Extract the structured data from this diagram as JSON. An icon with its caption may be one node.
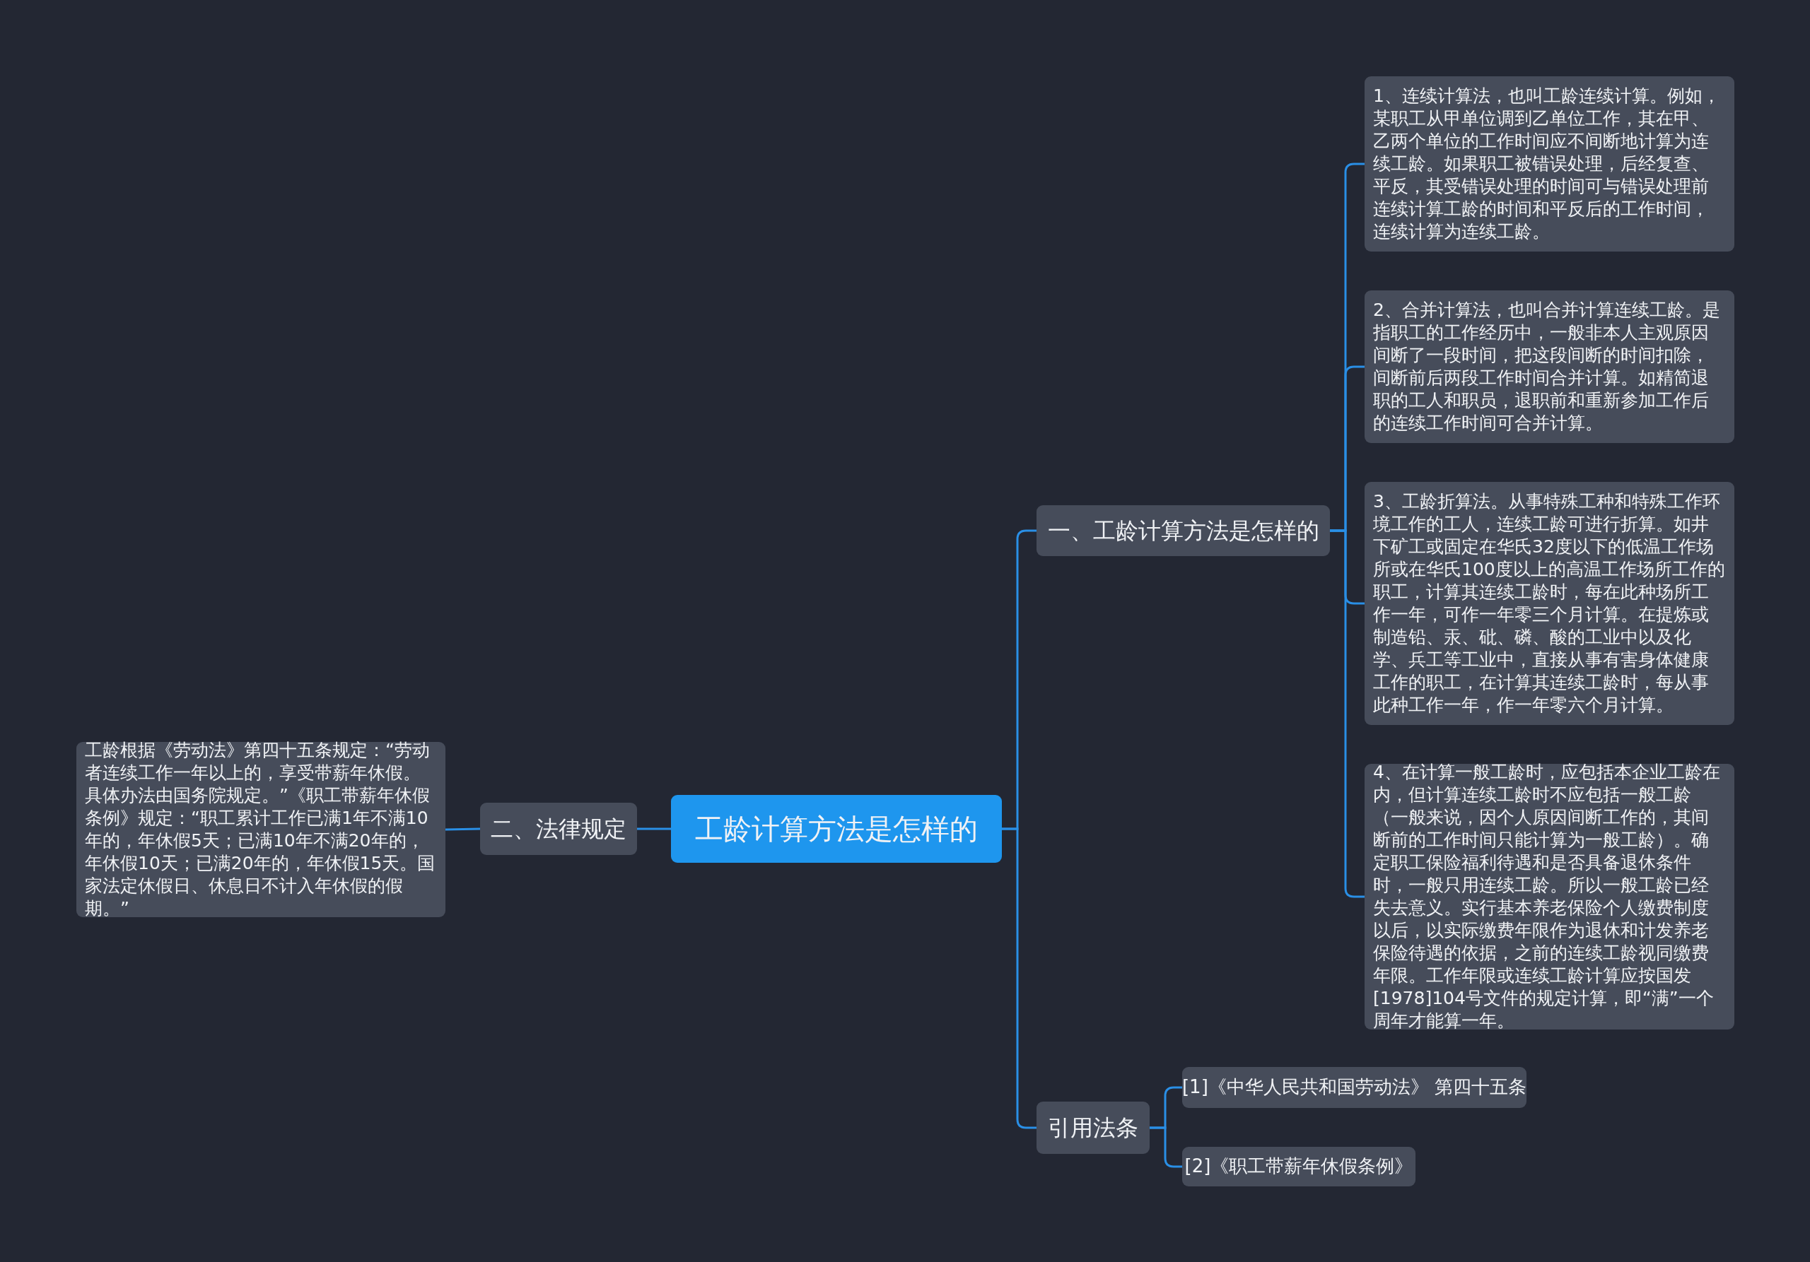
{
  "diagram": {
    "nodes": [
      {
        "text": [
          "工龄计算方法是怎样的"
        ]
      },
      {
        "text": [
          "一、工龄计算方法是怎样的"
        ]
      },
      {
        "text": [
          "1、连续计算法，也叫工龄连续计算。例如，某职工从甲单位调到乙单位工作，其在甲、乙两个单位的工作时间应不间断地计算为连续工龄。如果职工被错误处理，后经复查、平反，其受错误处理的时间可与错误处理前连续计算工龄的时间和平反后的工作时间，连续计算为连续工龄。"
        ]
      },
      {
        "text": [
          "2、合并计算法，也叫合并计算连续工龄。是指职工的工作经历中，一般非本人主观原因间断了一段时间，把这段间断的时间扣除，间断前后两段工作时间合并计算。如精简退职的工人和职员，退职前和重新参加工作后的连续工作时间可合并计算。"
        ]
      },
      {
        "text": [
          "3、工龄折算法。从事特殊工种和特殊工作环境工作的工人，连续工龄可进行折算。如井下矿工或固定在华氏32度以下的低温工作场所或在华氏100度以上的高温工作场所工作的职工，计算其连续工龄时，每在此种场所工作一年，可作一年零三个月计算。在提炼或制造铅、汞、砒、磷、酸的工业中以及化学、兵工等工业中，直接从事有害身体健康工作的职工，在计算其连续工龄时，每从事此种工作一年，作一年零六个月计算。"
        ]
      },
      {
        "text": [
          "4、在计算一般工龄时，应包括本企业工龄在内，但计算连续工龄时不应包括一般工龄（一般来说，因个人原因间断工作的，其间断前的工作时间只能计算为一般工龄）。确定职工保险福利待遇和是否具备退休条件时，一般只用连续工龄。所以一般工龄已经失去意义。实行基本养老保险个人缴费制度以后，以实际缴费年限作为退休和计发养老保险待遇的依据，之前的连续工龄视同缴费年限。工作年限或连续工龄计算应按国发[1978]104号文件的规定计算，即“满”一个周年才能算一年。"
        ]
      },
      {
        "text": [
          "二、法律规定"
        ]
      },
      {
        "text": [
          "工龄根据《劳动法》第四十五条规定：“劳动者连续工作一年以上的，享受带薪年休假。具体办法由国务院规定。”《职工带薪年休假条例》规定：“职工累计工作已满1年不满10年的，年休假5天；已满10年不满20年的，年休假10天；已满20年的，年休假15天。国家法定休假日、休息日不计入年休假的假期。”"
        ]
      },
      {
        "text": [
          "引用法条"
        ]
      },
      {
        "text": [
          "[1]《中华人民共和国劳动法》 第四十五条"
        ]
      },
      {
        "text": [
          "[2]《职工带薪年休假条例》"
        ]
      }
    ],
    "edges": [
      {
        "from": 0,
        "to": 1,
        "arrow": "none"
      },
      {
        "from": 1,
        "to": 2,
        "arrow": "none"
      },
      {
        "from": 1,
        "to": 3,
        "arrow": "none"
      },
      {
        "from": 1,
        "to": 4,
        "arrow": "none"
      },
      {
        "from": 1,
        "to": 5,
        "arrow": "none"
      },
      {
        "from": 0,
        "to": 6,
        "arrow": "none"
      },
      {
        "from": 6,
        "to": 7,
        "arrow": "none"
      },
      {
        "from": 0,
        "to": 8,
        "arrow": "none"
      },
      {
        "from": 8,
        "to": 9,
        "arrow": "none"
      },
      {
        "from": 8,
        "to": 10,
        "arrow": "none"
      }
    ]
  }
}
